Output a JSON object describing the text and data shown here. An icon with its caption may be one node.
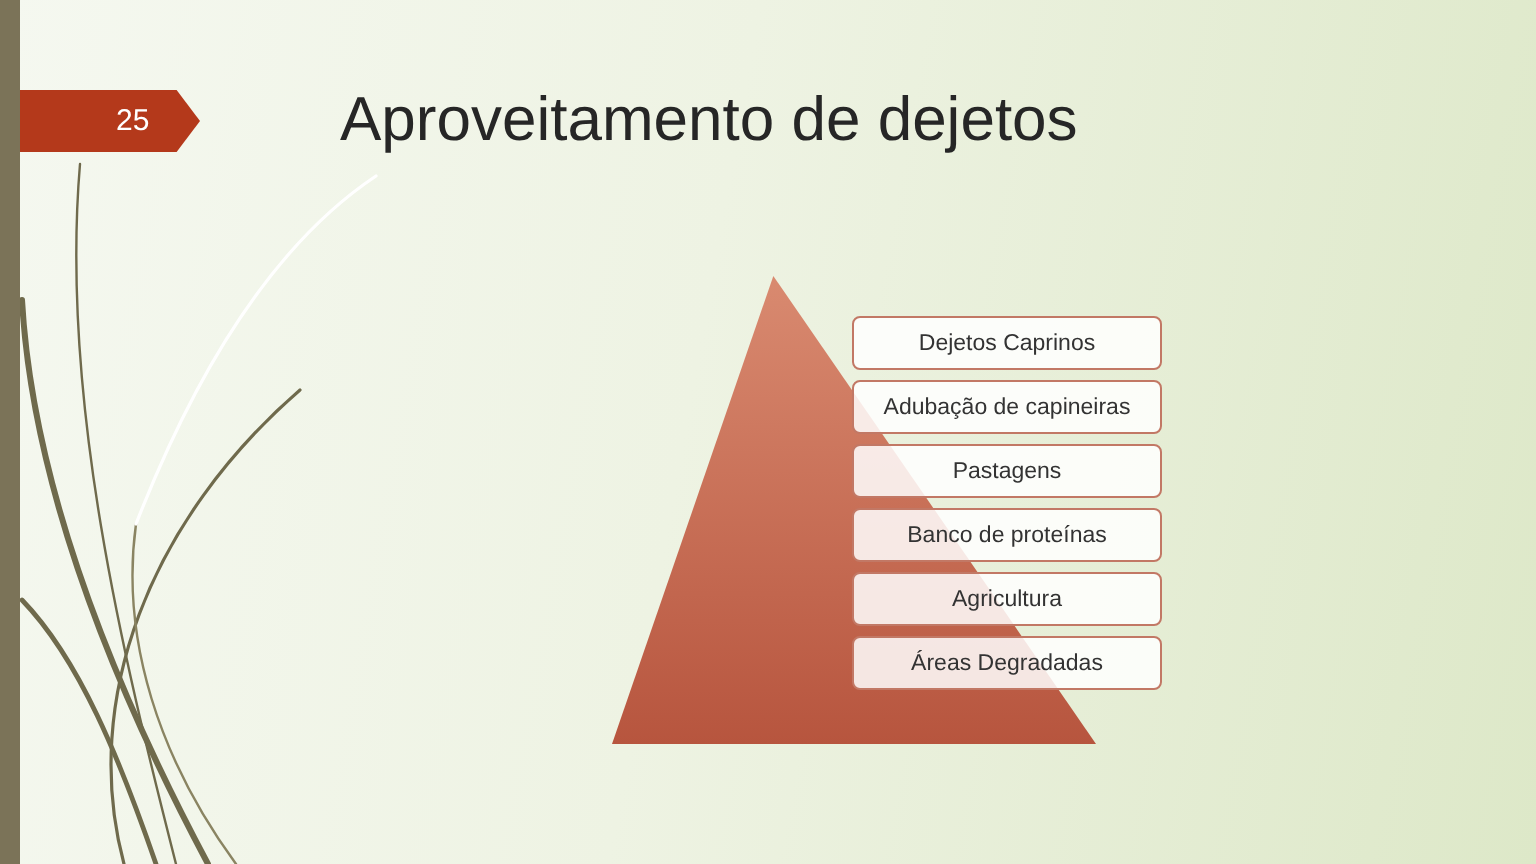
{
  "diagram": {
    "title": "Aproveitamento de dejetos",
    "nodes": [
      {
        "text": [],
        "shape": "triangle"
      },
      {
        "text": [
          "Dejetos Caprinos"
        ]
      },
      {
        "text": [
          "Adubação de capineiras"
        ]
      },
      {
        "text": [
          "Pastagens"
        ]
      },
      {
        "text": [
          "Banco de proteínas"
        ]
      },
      {
        "text": [
          "Agricultura"
        ]
      },
      {
        "text": [
          "Áreas Degradadas"
        ]
      }
    ],
    "labels": [
      "25"
    ]
  }
}
